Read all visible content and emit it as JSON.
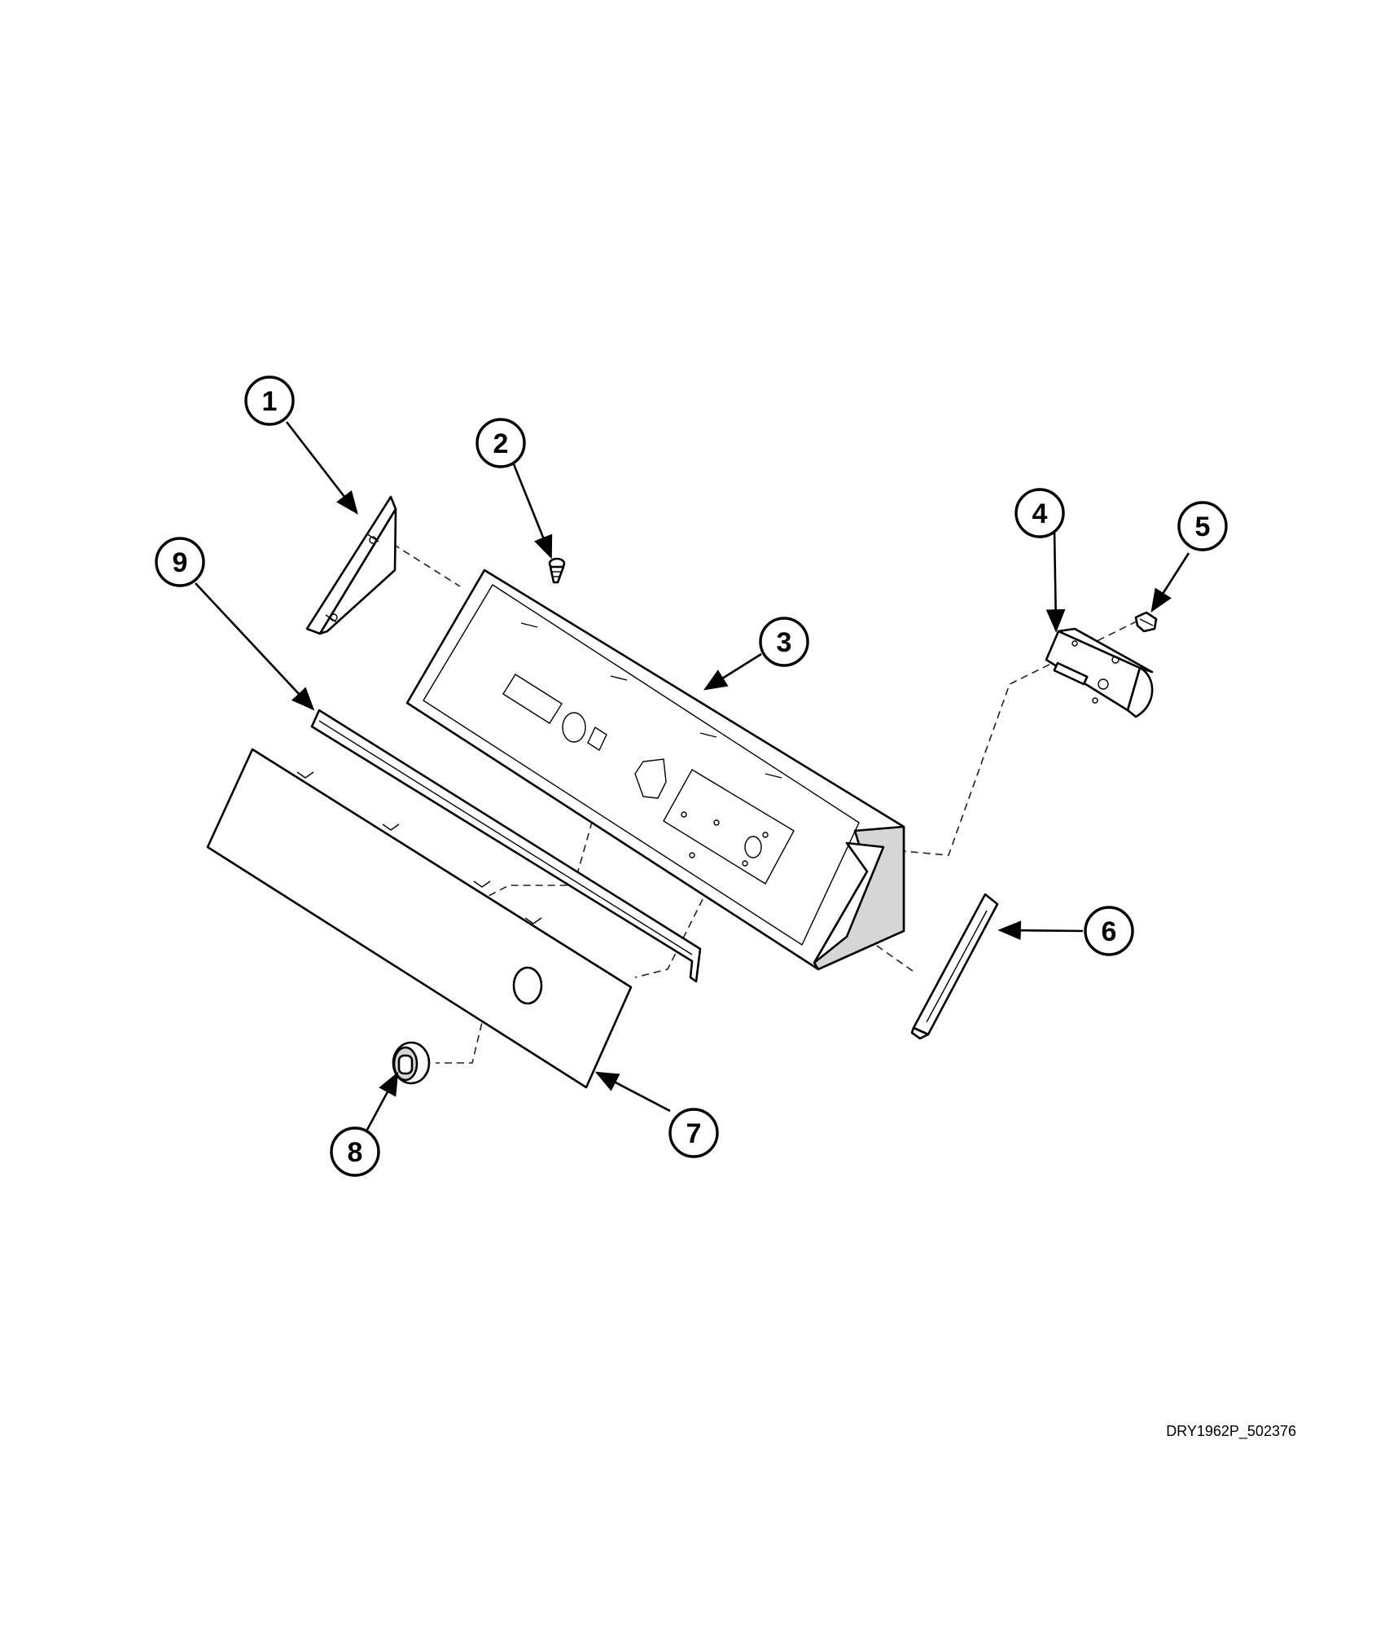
{
  "callouts": [
    {
      "id": "1",
      "label": "1"
    },
    {
      "id": "2",
      "label": "2"
    },
    {
      "id": "3",
      "label": "3"
    },
    {
      "id": "4",
      "label": "4"
    },
    {
      "id": "5",
      "label": "5"
    },
    {
      "id": "6",
      "label": "6"
    },
    {
      "id": "7",
      "label": "7"
    },
    {
      "id": "8",
      "label": "8"
    },
    {
      "id": "9",
      "label": "9"
    }
  ],
  "drawing_id": "DRY1962P_502376"
}
